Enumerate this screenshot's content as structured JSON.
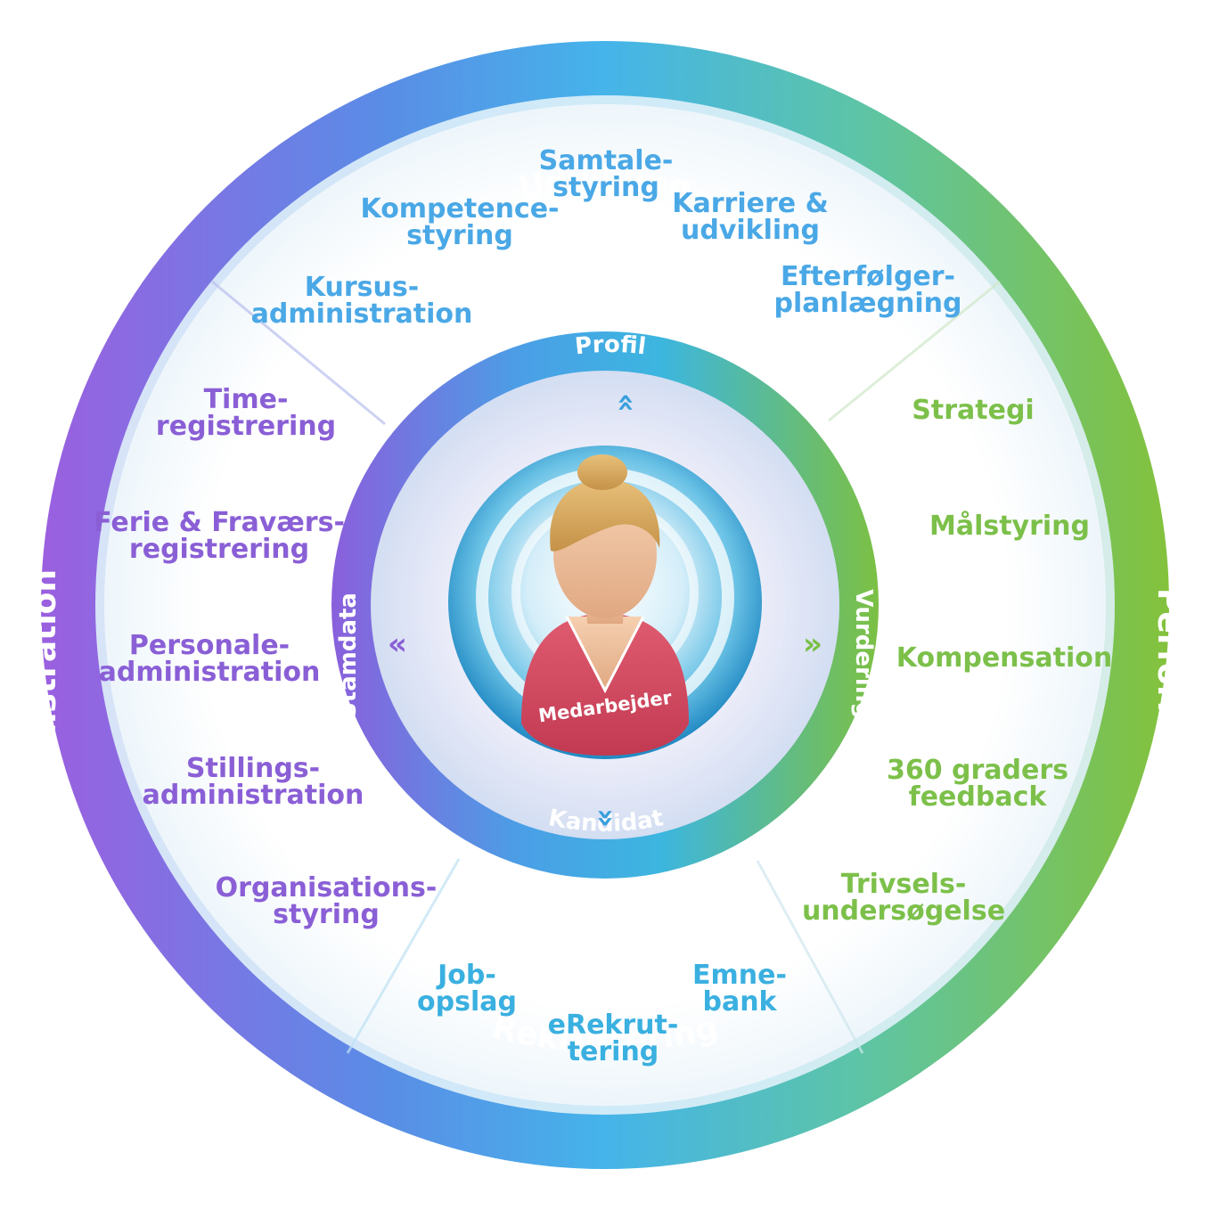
{
  "outer_ring": {
    "top": "Udvikling",
    "bottom": "Rekruttering",
    "left": "Administration",
    "right": "Performance"
  },
  "inner_ring": {
    "top": "Profil",
    "bottom": "Kandidat",
    "left": "Stamdata",
    "right": "Vurdering"
  },
  "center": {
    "label": "Medarbejder"
  },
  "arrows": {
    "up": "«",
    "down": "»",
    "left": "«",
    "right": "»"
  },
  "segments": {
    "udvikling": {
      "color": "#4aa8e6",
      "items": [
        [
          "Samtale-",
          "styring"
        ],
        [
          "Kompetence-",
          "styring"
        ],
        [
          "Karriere &",
          "udvikling"
        ],
        [
          "Kursus-",
          "administration"
        ],
        [
          "Efterfølger-",
          "planlægning"
        ]
      ]
    },
    "performance": {
      "color": "#7cc04a",
      "items": [
        [
          "Strategi"
        ],
        [
          "Målstyring"
        ],
        [
          "Kompensation"
        ],
        [
          "360 graders",
          "feedback"
        ],
        [
          "Trivsels-",
          "undersøgelse"
        ]
      ]
    },
    "rekruttering": {
      "color": "#3ab0e0",
      "items": [
        [
          "Job-",
          "opslag"
        ],
        [
          "eRekrut-",
          "tering"
        ],
        [
          "Emne-",
          "bank"
        ]
      ]
    },
    "administration": {
      "color": "#8a5fd6",
      "items": [
        [
          "Time-",
          "registrering"
        ],
        [
          "Ferie & Fraværs-",
          "registrering"
        ],
        [
          "Personale-",
          "administration"
        ],
        [
          "Stillings-",
          "administration"
        ],
        [
          "Organisations-",
          "styring"
        ]
      ]
    }
  }
}
